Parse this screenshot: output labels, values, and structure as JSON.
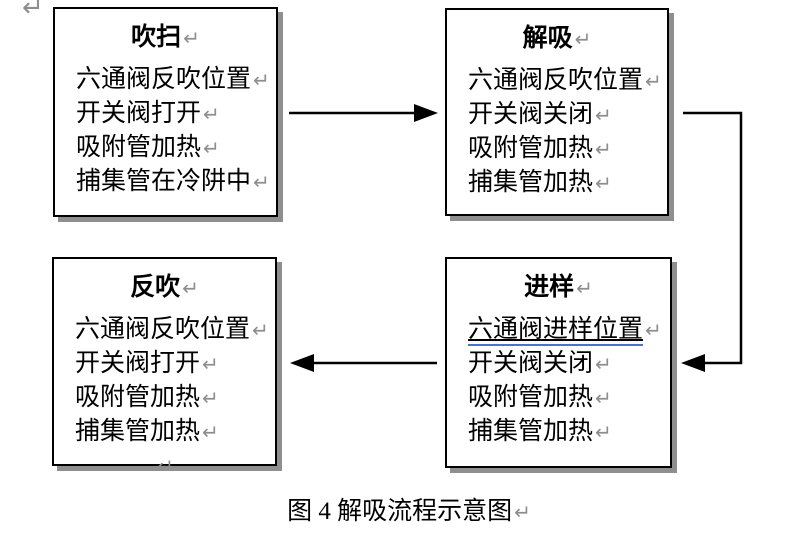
{
  "marks": {
    "line_break": "↵"
  },
  "colors": {
    "text": "#000000",
    "box_border": "#000000",
    "box_shadow": "#8f8f8f",
    "arrow": "#000000",
    "formatting_mark": "#8e8e8e",
    "underline_blue": "#4a74c8",
    "background": "#ffffff"
  },
  "flowchart": {
    "boxes": [
      {
        "title": "吹扫",
        "lines": [
          "六通阀反吹位置",
          "开关阀打开",
          "吸附管加热",
          "捕集管在冷阱中"
        ]
      },
      {
        "title": "解吸",
        "lines": [
          "六通阀反吹位置",
          "开关阀关闭",
          "吸附管加热",
          "捕集管加热"
        ]
      },
      {
        "title": "反吹",
        "lines": [
          "六通阀反吹位置",
          "开关阀打开",
          "吸附管加热",
          "捕集管加热"
        ]
      },
      {
        "title": "进样",
        "lines": [
          "六通阀进样位置",
          "开关阀关闭",
          "吸附管加热",
          "捕集管加热"
        ]
      }
    ]
  },
  "caption": {
    "text": "图 4 解吸流程示意图"
  }
}
